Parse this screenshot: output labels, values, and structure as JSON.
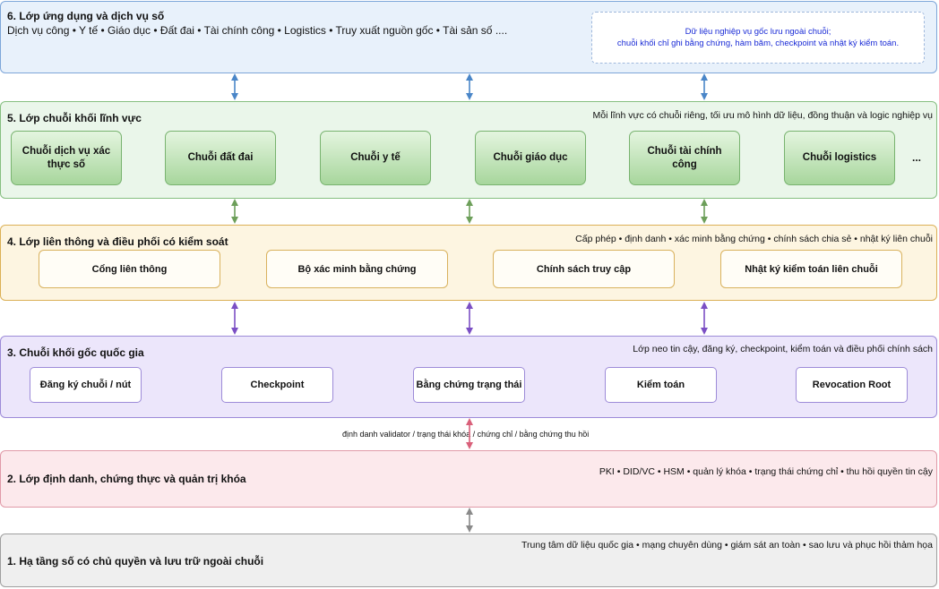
{
  "layer6": {
    "title": "6. Lớp ứng dụng và dịch vụ số",
    "subtitle": "Dịch vụ công • Y tế • Giáo dục • Đất đai • Tài chính công • Logistics • Truy xuất nguồn gốc • Tài sản số ....",
    "note_line1": "Dữ liệu nghiệp vụ gốc lưu ngoài chuỗi;",
    "note_line2": "chuỗi khối chỉ ghi bằng chứng, hàm băm, checkpoint và nhật ký kiểm toán."
  },
  "layer5": {
    "title": "5. Lớp chuỗi khối lĩnh vực",
    "note": "Mỗi lĩnh vực có chuỗi riêng, tối ưu mô hình dữ liệu, đồng thuận và logic nghiệp vụ",
    "nodes": [
      "Chuỗi dịch vụ xác thực số",
      "Chuỗi đất đai",
      "Chuỗi y tế",
      "Chuỗi giáo dục",
      "Chuỗi tài chính công",
      "Chuỗi logistics"
    ],
    "more": "..."
  },
  "layer4": {
    "title": "4. Lớp liên thông và điều phối có kiểm soát",
    "note": "Cấp phép • định danh • xác minh bằng chứng • chính sách chia sẻ • nhật ký liên chuỗi",
    "nodes": [
      "Cổng liên thông",
      "Bộ xác minh bằng chứng",
      "Chính sách truy cập",
      "Nhật ký kiểm toán liên chuỗi"
    ]
  },
  "layer3": {
    "title": "3. Chuỗi khối gốc quốc gia",
    "note": "Lớp neo tin cậy, đăng ký, checkpoint, kiểm toán và điều phối chính sách",
    "nodes": [
      "Đăng ký chuỗi / nút",
      "Checkpoint",
      "Bằng chứng trạng thái",
      "Kiểm toán",
      "Revocation Root"
    ]
  },
  "connector_label": "định danh validator / trạng thái khóa / chứng chỉ / bằng chứng thu hồi",
  "layer2": {
    "title": "2. Lớp định danh, chứng thực và quản trị khóa",
    "note": "PKI • DID/VC • HSM • quản lý khóa • trạng thái chứng chỉ • thu hồi quyền tin cậy"
  },
  "layer1": {
    "title": "1. Hạ tầng số có chủ quyền và lưu trữ ngoài chuỗi",
    "note": "Trung tâm dữ liệu quốc gia • mạng chuyên dùng • giám sát an toàn • sao lưu và phục hồi thảm họa"
  },
  "colors": {
    "arrow_blue": "#4a86c8",
    "arrow_green": "#6d9f5a",
    "arrow_purple": "#7b4fc4",
    "arrow_pink": "#d9607a",
    "arrow_gray": "#8a8a8a"
  }
}
